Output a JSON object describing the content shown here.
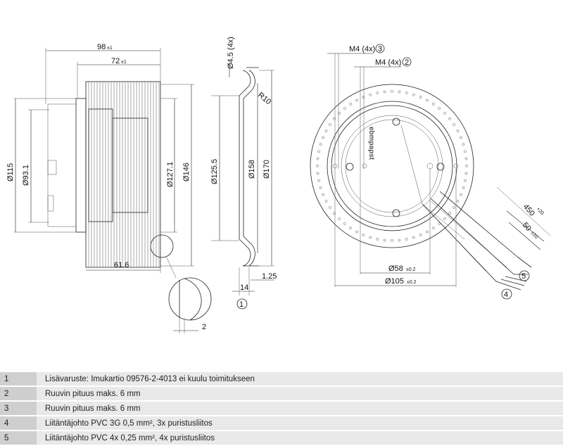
{
  "drawing": {
    "side_view": {
      "dim_98": "98",
      "dim_98_tol": "±1",
      "dim_72": "72",
      "dim_72_tol": "±1",
      "dia_115": "Ø115",
      "dia_93": "Ø93.1",
      "dia_127": "Ø127.1",
      "dia_146": "Ø146",
      "dim_61": "61.6",
      "dim_2": "2"
    },
    "profile_view": {
      "holes": "Ø4.5 (4x)",
      "radius": "R10",
      "dia_125": "Ø125.5",
      "dia_158": "Ø158",
      "dia_170": "Ø170",
      "dim_14": "14",
      "dim_125": "1.25",
      "callout_1": "1"
    },
    "front_view": {
      "m4_a": "M4 (4x)",
      "callout_3": "3",
      "m4_b": "M4 (4x)",
      "callout_2": "2",
      "dia_58": "Ø58",
      "dia_58_tol": "±0.2",
      "dia_105": "Ø105",
      "dia_105_tol": "±0.2",
      "len_450": "450",
      "len_450_tol": "+20",
      "len_50": "50",
      "len_50_tol": "±10",
      "callout_5": "5",
      "callout_4": "4",
      "logo": "ebmpapst"
    }
  },
  "legend": [
    {
      "num": "1",
      "text": "Lisävaruste: Imukartio 09576-2-4013 ei kuulu toimitukseen"
    },
    {
      "num": "2",
      "text": "Ruuvin pituus maks. 6 mm"
    },
    {
      "num": "3",
      "text": "Ruuvin pituus maks. 6 mm"
    },
    {
      "num": "4",
      "text": "Liitäntäjohto PVC 3G 0,5 mm², 3x puristusliitos"
    },
    {
      "num": "5",
      "text": "Liitäntäjohto PVC 4x 0,25 mm², 4x puristusliitos"
    }
  ]
}
